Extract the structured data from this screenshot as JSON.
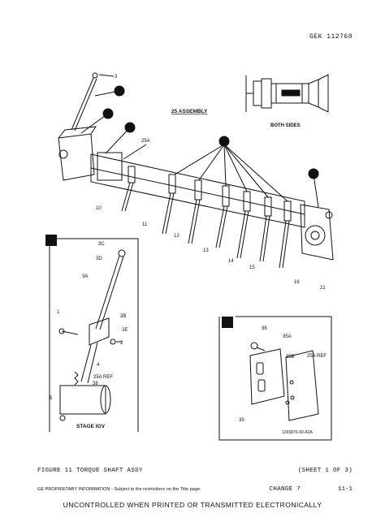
{
  "header": {
    "doc_number": "GEK 112768"
  },
  "main": {
    "assembly_label": "25 ASSEMBLY",
    "both_sides_label": "BOTH SIDES",
    "callout_letters": [
      "A",
      "B",
      "C",
      "D",
      "E"
    ],
    "part_numbers": [
      "3",
      "25A",
      "10",
      "11",
      "12",
      "13",
      "14",
      "15",
      "16",
      "21"
    ]
  },
  "inset_a": {
    "tag": "A",
    "title": "STAGE IGV",
    "part_numbers": [
      "3C",
      "3D",
      "3A",
      "1",
      "3B",
      "3E",
      "2",
      "4",
      "38",
      "25A REF",
      "5"
    ]
  },
  "inset_b": {
    "tag": "B",
    "part_numbers": [
      "36",
      "35A",
      "35B",
      "25A REF",
      "35"
    ],
    "drawing_id": "1265876-00-A2A"
  },
  "footer": {
    "figure_caption": "FIGURE 11  TORQUE SHAFT ASSY",
    "sheet": "(SHEET 1 OF 3)",
    "proprietary": "GE PROPRIETARY INFORMATION - Subject to the restrictions on the Title page.",
    "change": "CHANGE 7",
    "page": "11-1",
    "uncontrolled": "UNCONTROLLED WHEN PRINTED OR TRANSMITTED ELECTRONICALLY"
  }
}
